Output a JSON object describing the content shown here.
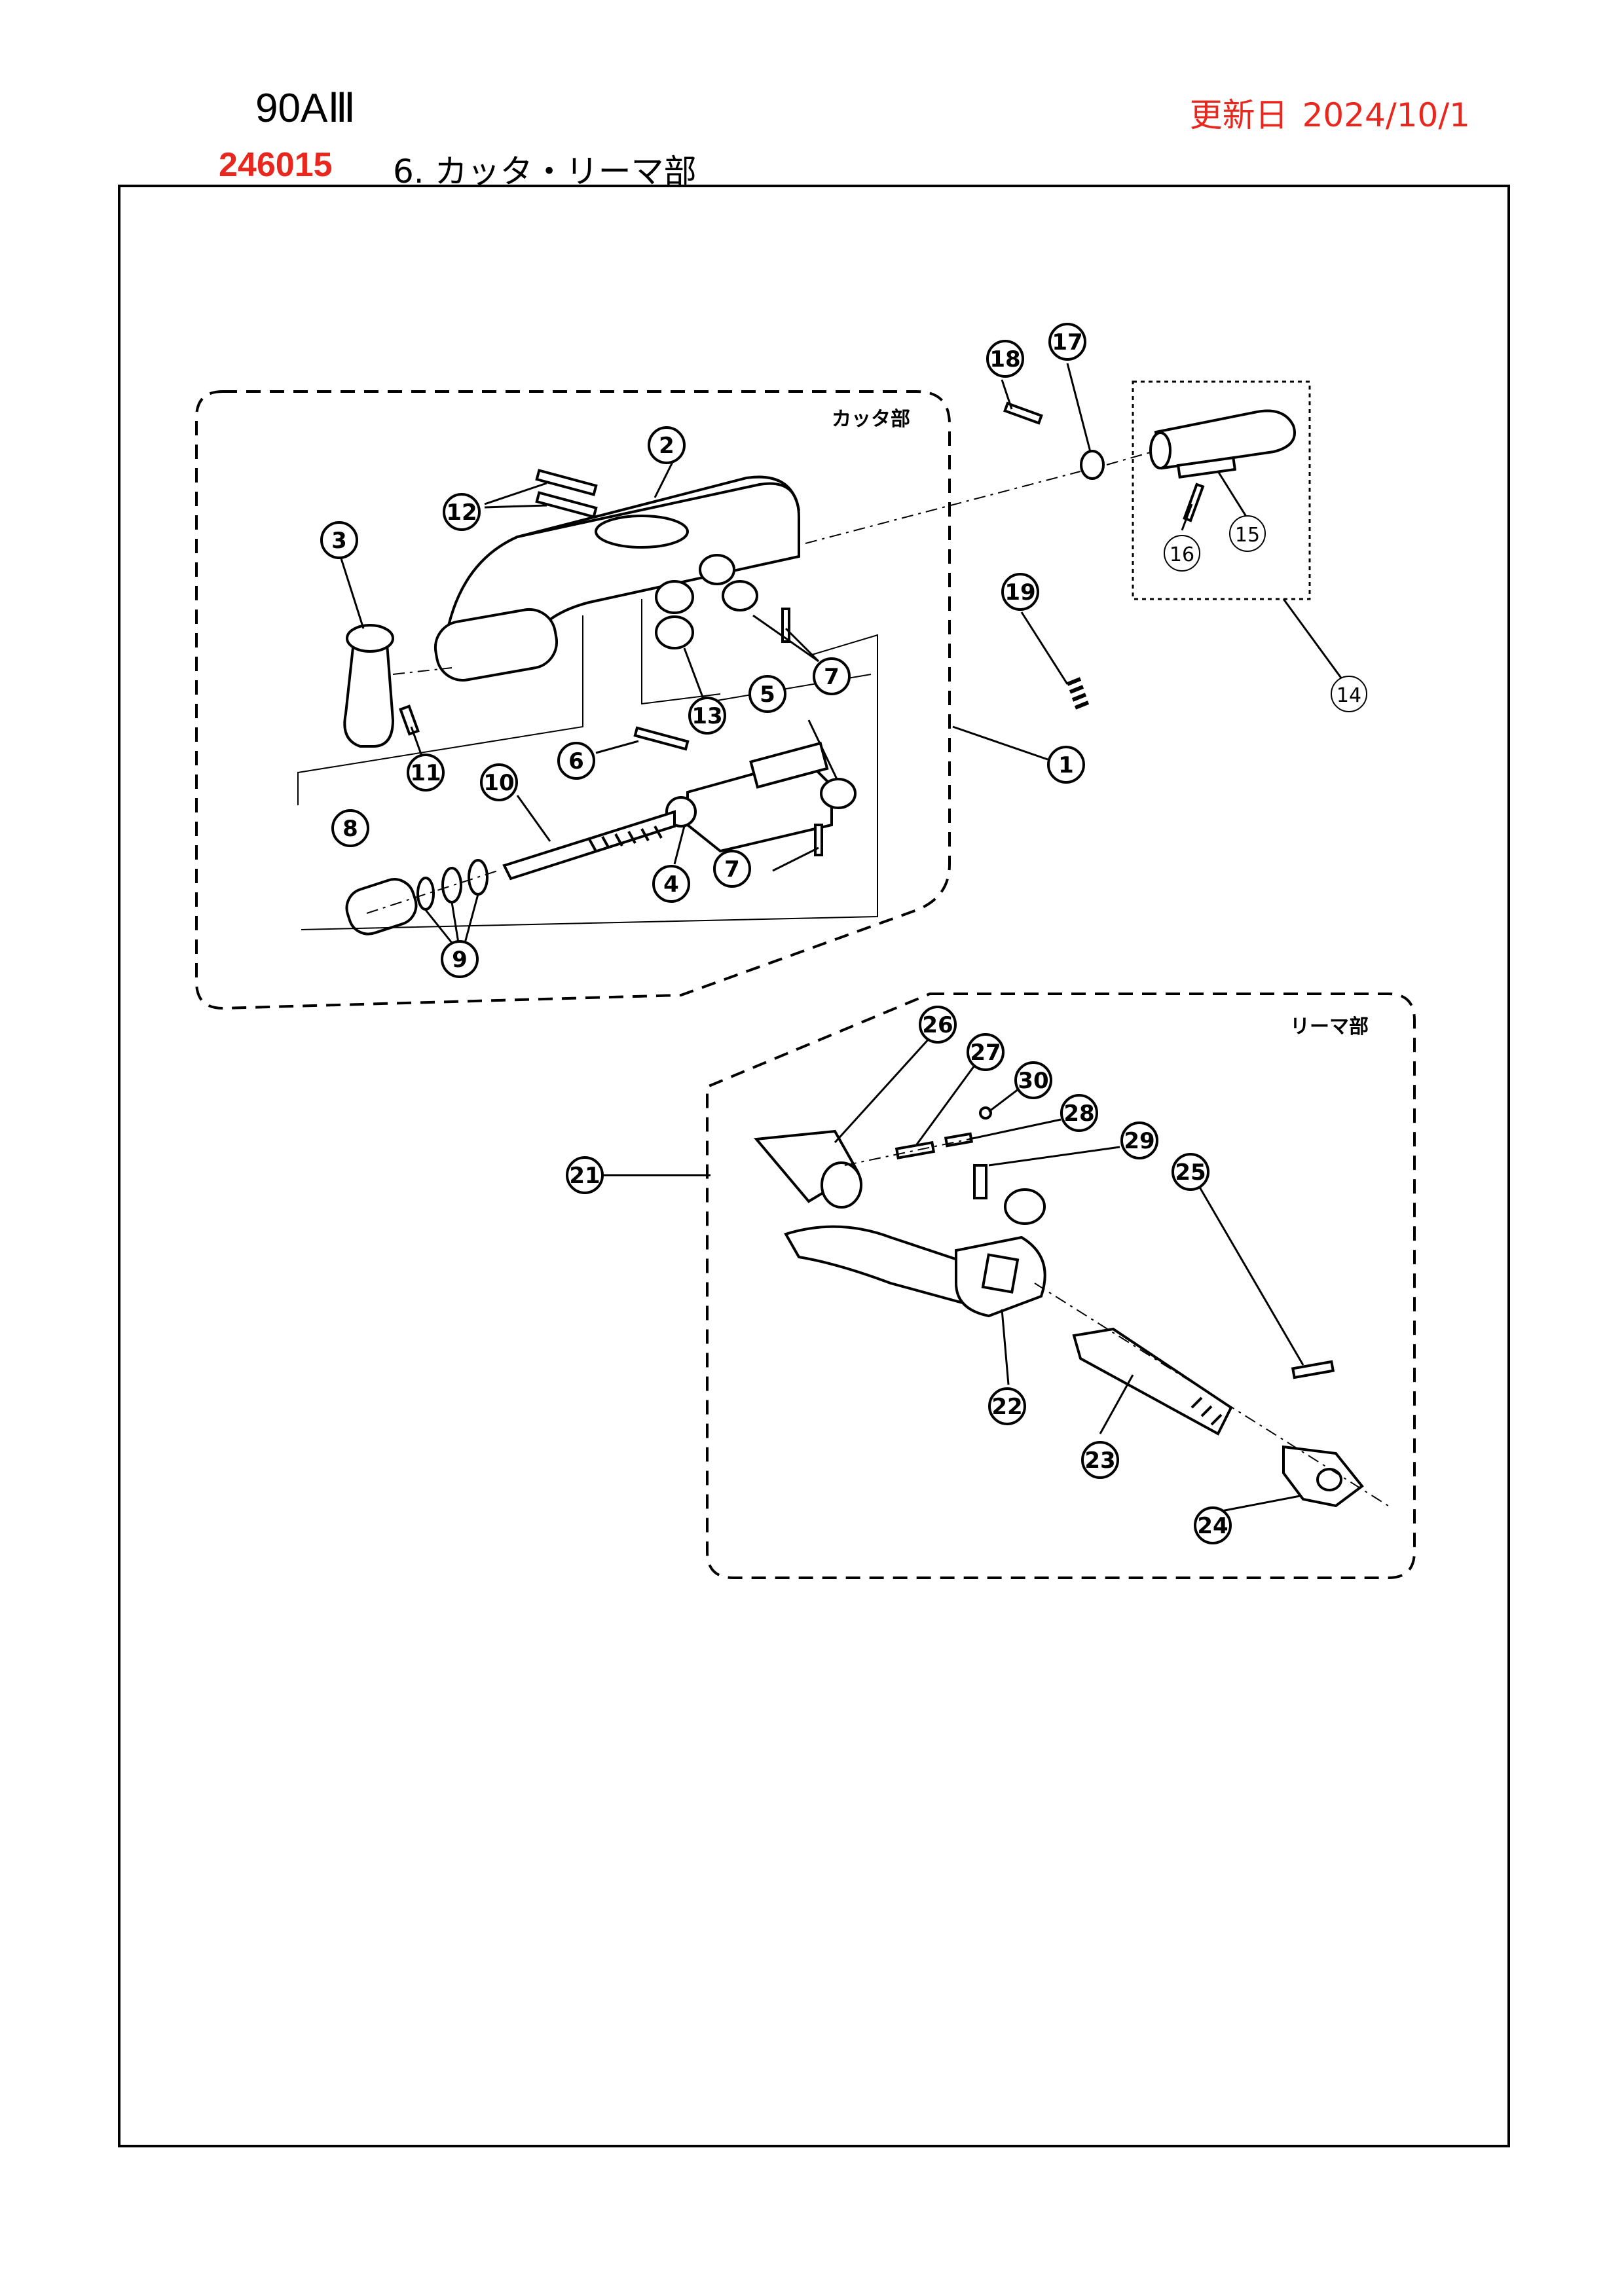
{
  "header": {
    "model": "90AⅢ",
    "updated_label": "更新日",
    "updated_date": "2024/10/1",
    "part_code": "246015",
    "section_title": "6. カッタ・リーマ部"
  },
  "groups": {
    "cutter_label": "カッタ部",
    "reamer_label": "リーマ部"
  },
  "callouts": [
    {
      "id": "c1",
      "num": "1"
    },
    {
      "id": "c2",
      "num": "2"
    },
    {
      "id": "c3",
      "num": "3"
    },
    {
      "id": "c4",
      "num": "4"
    },
    {
      "id": "c5",
      "num": "5"
    },
    {
      "id": "c6",
      "num": "6"
    },
    {
      "id": "c7a",
      "num": "7"
    },
    {
      "id": "c7b",
      "num": "7"
    },
    {
      "id": "c8",
      "num": "8"
    },
    {
      "id": "c9",
      "num": "9"
    },
    {
      "id": "c10",
      "num": "10"
    },
    {
      "id": "c11",
      "num": "11"
    },
    {
      "id": "c12",
      "num": "12"
    },
    {
      "id": "c13",
      "num": "13"
    },
    {
      "id": "c14",
      "num": "14"
    },
    {
      "id": "c15",
      "num": "15"
    },
    {
      "id": "c16",
      "num": "16"
    },
    {
      "id": "c17",
      "num": "17"
    },
    {
      "id": "c18",
      "num": "18"
    },
    {
      "id": "c19",
      "num": "19"
    },
    {
      "id": "c21",
      "num": "21"
    },
    {
      "id": "c22",
      "num": "22"
    },
    {
      "id": "c23",
      "num": "23"
    },
    {
      "id": "c24",
      "num": "24"
    },
    {
      "id": "c25",
      "num": "25"
    },
    {
      "id": "c26",
      "num": "26"
    },
    {
      "id": "c27",
      "num": "27"
    },
    {
      "id": "c28",
      "num": "28"
    },
    {
      "id": "c29",
      "num": "29"
    },
    {
      "id": "c30",
      "num": "30"
    }
  ],
  "colors": {
    "accent_red": "#e8281e",
    "line": "#000000"
  }
}
